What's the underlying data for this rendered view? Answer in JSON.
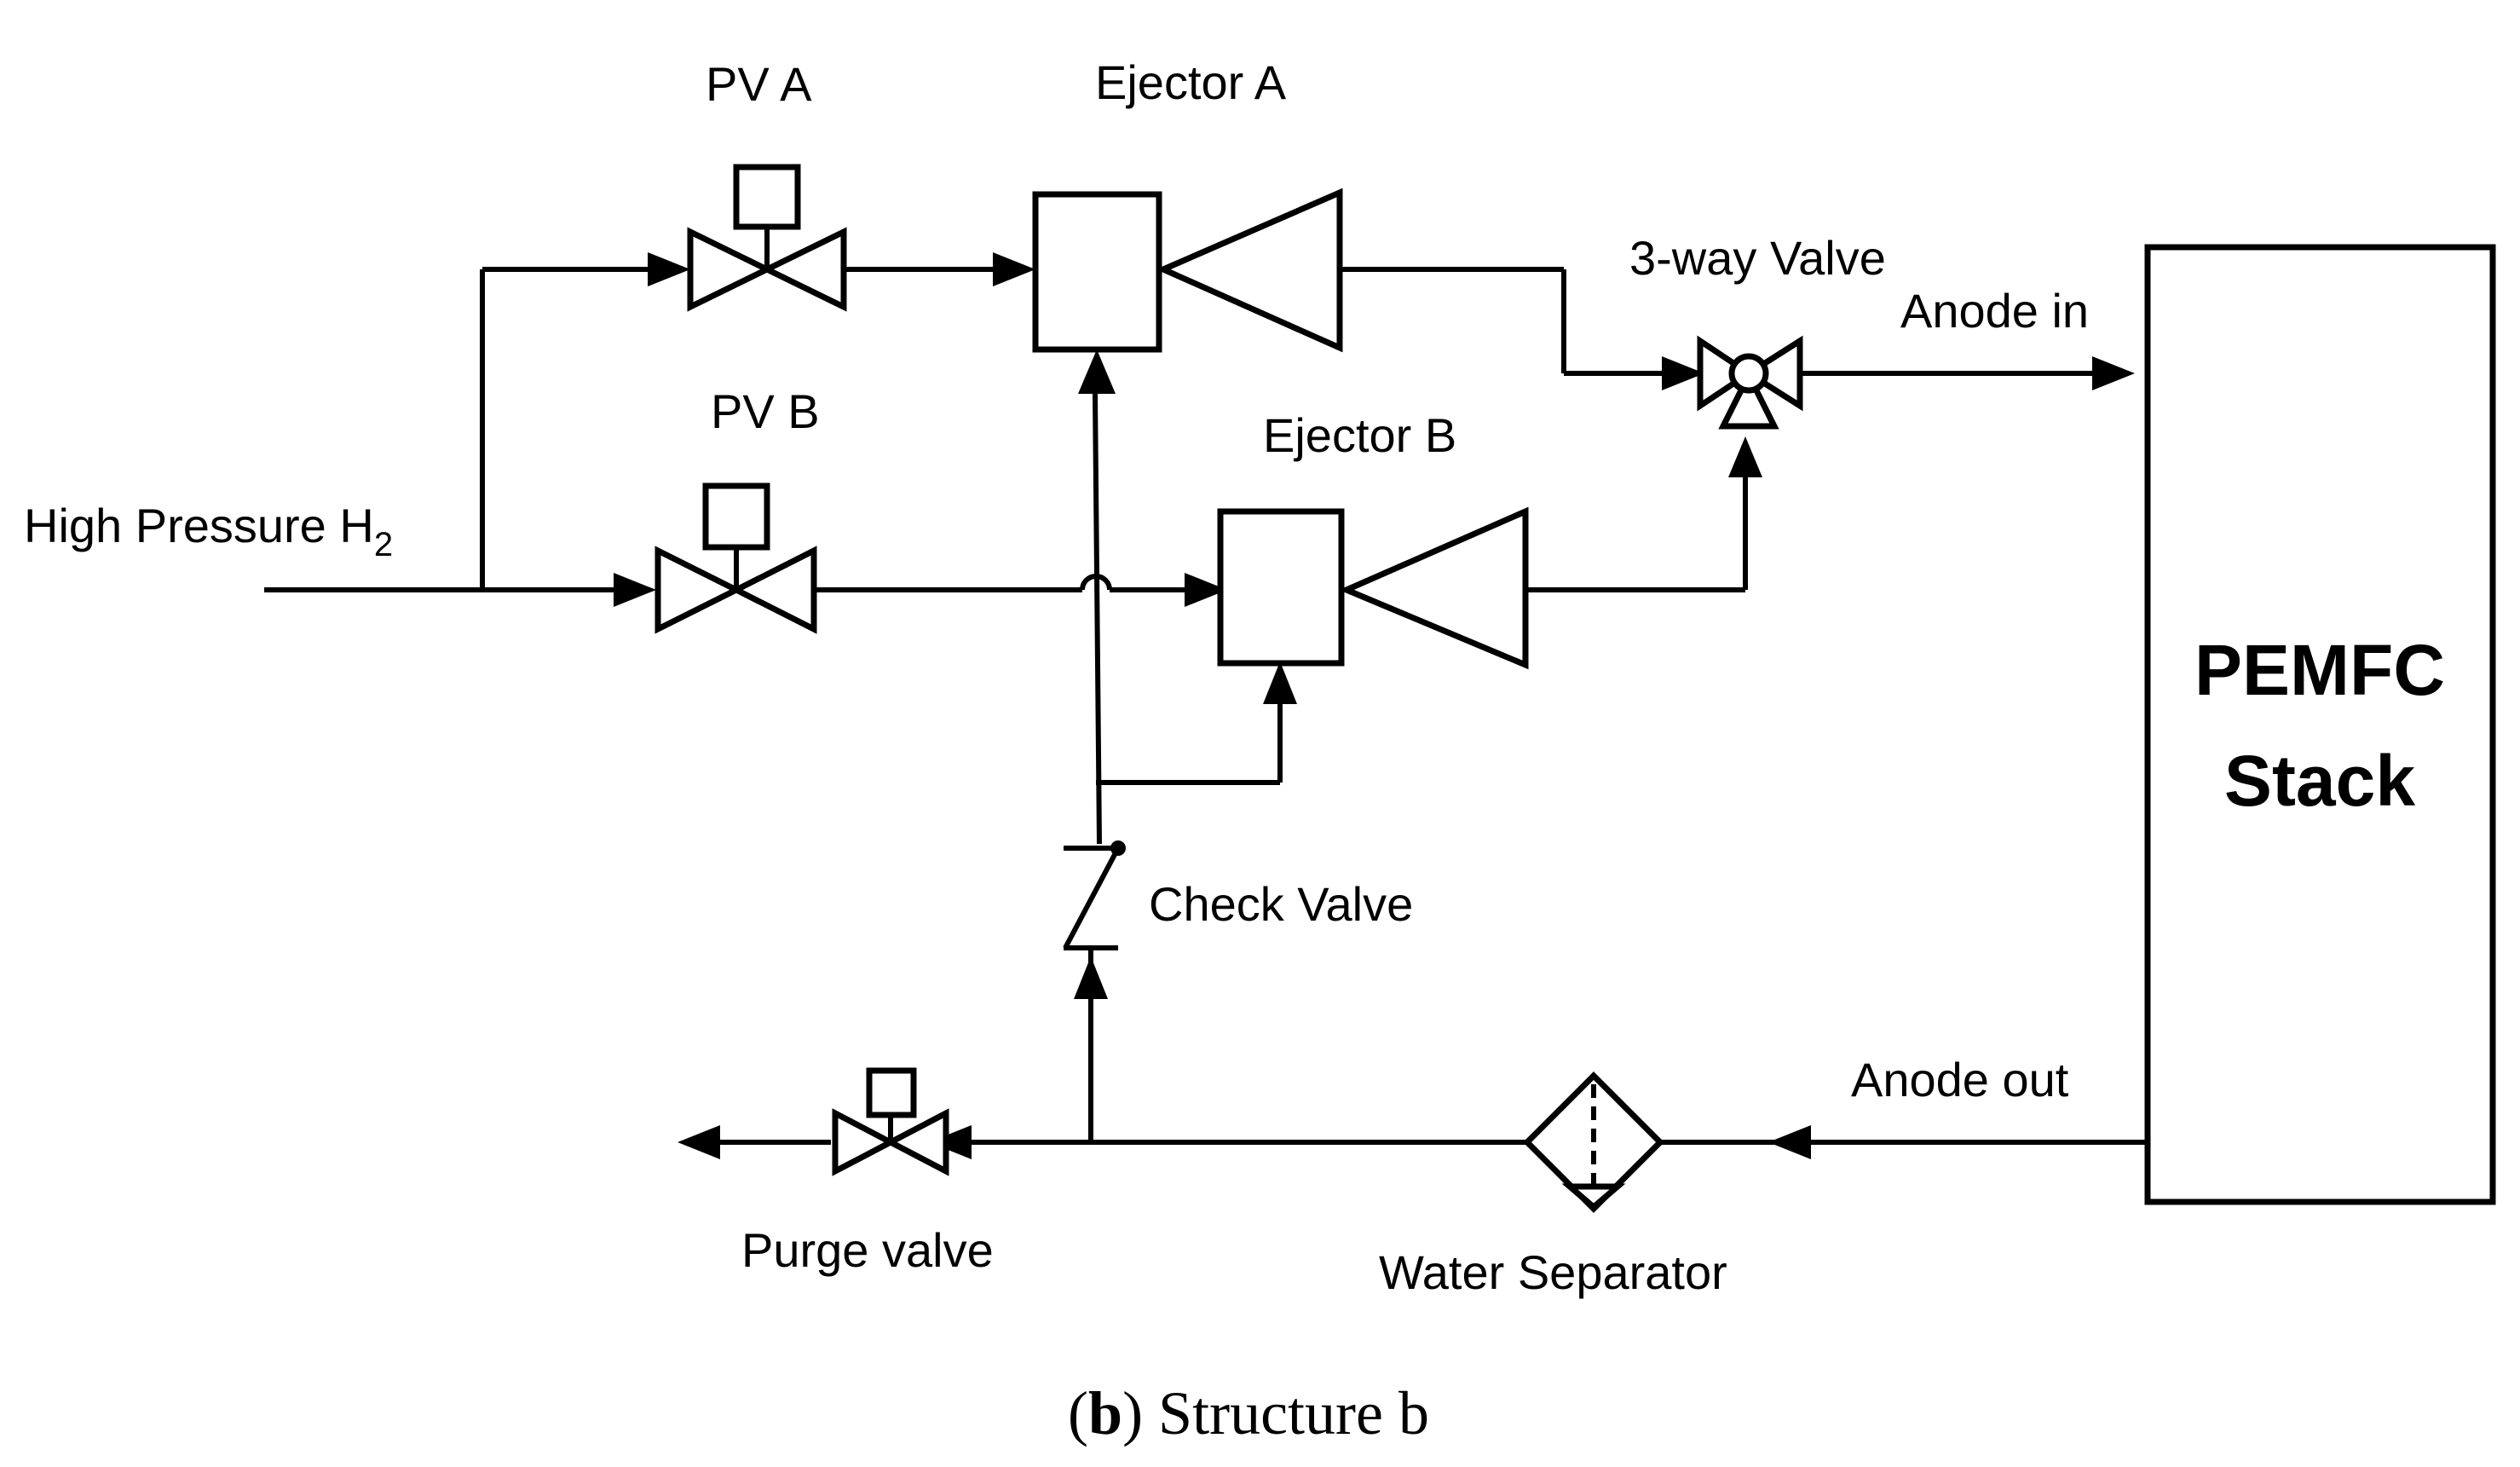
{
  "diagram": {
    "labels": {
      "high_pressure": "High Pressure H",
      "high_pressure_sub": "2",
      "pv_a": "PV A",
      "pv_b": "PV B",
      "ejector_a": "Ejector A",
      "ejector_b": "Ejector B",
      "three_way_valve": "3-way Valve",
      "anode_in": "Anode in",
      "anode_out": "Anode out",
      "check_valve": "Check Valve",
      "purge_valve": "Purge valve",
      "water_separator": "Water Separator",
      "stack_line1": "PEMFC",
      "stack_line2": "Stack"
    },
    "caption": {
      "open": "(",
      "letter": "b",
      "rest": ") Structure b"
    },
    "colors": {
      "stroke": "#000000",
      "background": "#ffffff"
    }
  }
}
